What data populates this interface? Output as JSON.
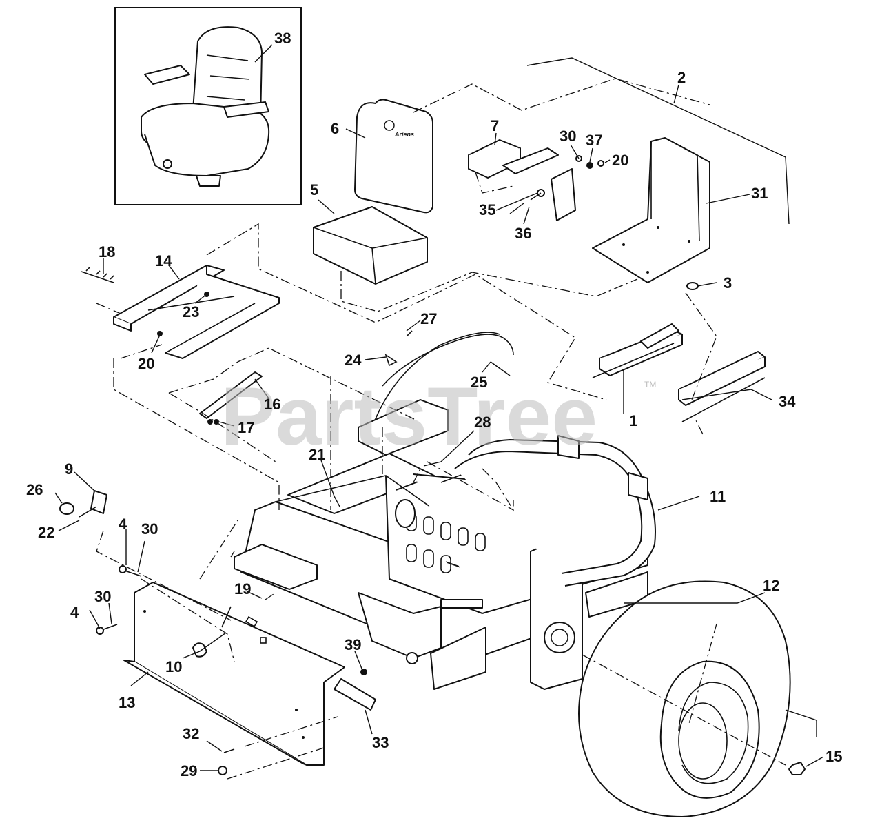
{
  "watermark": {
    "text": "PartsTree",
    "tm": "TM"
  },
  "seat_logo": "Ariens",
  "callouts": [
    "38",
    "2",
    "6",
    "7",
    "30",
    "37",
    "20",
    "31",
    "5",
    "35",
    "36",
    "3",
    "18",
    "14",
    "23",
    "27",
    "24",
    "25",
    "20",
    "1",
    "34",
    "16",
    "17",
    "28",
    "21",
    "9",
    "26",
    "22",
    "4",
    "30",
    "11",
    "19",
    "30",
    "4",
    "12",
    "39",
    "10",
    "13",
    "33",
    "32",
    "15",
    "29"
  ]
}
